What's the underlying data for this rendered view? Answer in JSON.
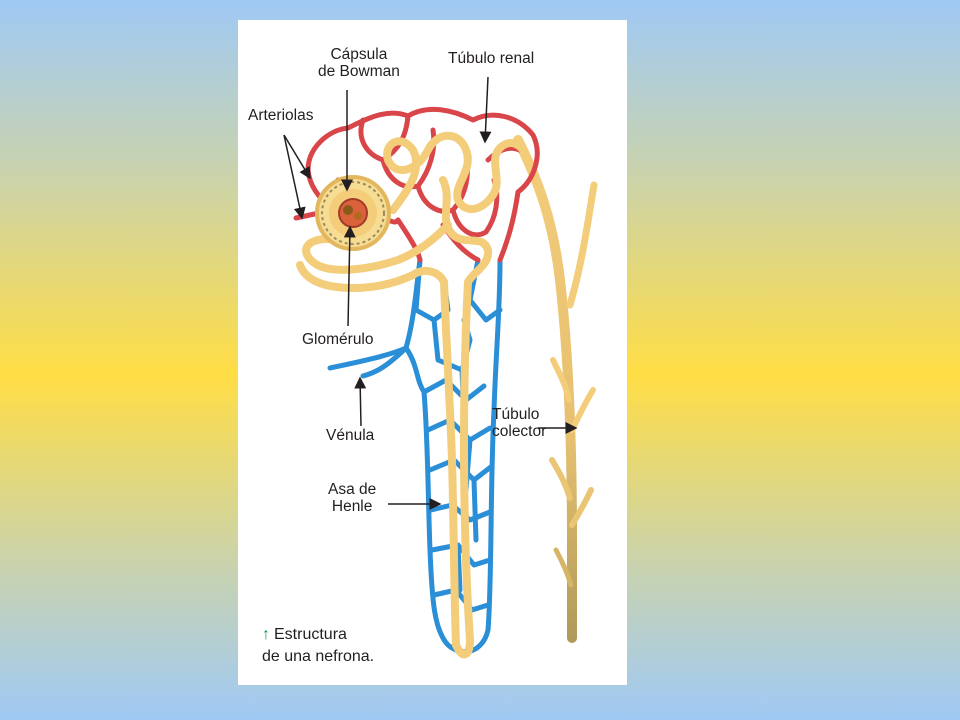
{
  "labels": {
    "capsula_line1": "Cápsula",
    "capsula_line2": "de Bowman",
    "tubulo_renal": "Túbulo renal",
    "arteriolas": "Arteriolas",
    "glomerulo": "Glomérulo",
    "venula": "Vénula",
    "tubulo_colector_line1": "Túbulo",
    "tubulo_colector_line2": "colector",
    "asa_line1": "Asa de",
    "asa_line2": "Henle"
  },
  "caption": {
    "arrow": "↑",
    "line1": "Estructura",
    "line2": "de una nefrona."
  },
  "colors": {
    "artery": "#d9464a",
    "vein": "#2a8fd6",
    "tubule": "#f3cd7a",
    "tubule_dark": "#c8a256",
    "caption_arrow": "#1a9a4a"
  }
}
